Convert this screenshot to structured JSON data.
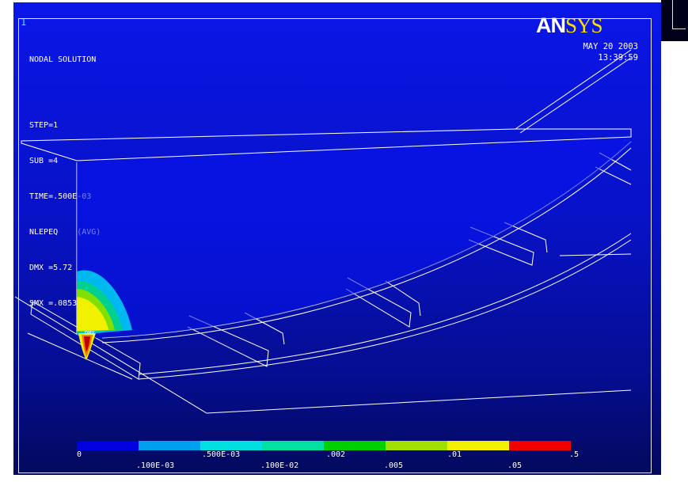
{
  "window": {
    "id": "1"
  },
  "brand": {
    "prefix": "AN",
    "suffix": "SYS"
  },
  "timestamp": {
    "date": "MAY 20 2003",
    "time": "13:39:59"
  },
  "info": {
    "title": "NODAL SOLUTION",
    "lines": [
      "STEP=1",
      "SUB =4",
      "TIME=.500E-03",
      "NLEPEQ    (AVG)",
      "DMX =5.72",
      "SMX =.085334"
    ]
  },
  "markers": {
    "dmx": "DMX"
  },
  "legend": {
    "colors": [
      "#0000e0",
      "#00a0f0",
      "#00e0e0",
      "#00e0a0",
      "#00d000",
      "#a0e000",
      "#f0f000",
      "#f00000"
    ],
    "upper_labels": [
      "0",
      ".500E-03",
      ".002",
      ".01",
      ".5"
    ],
    "lower_labels": [
      ".100E-03",
      ".100E-02",
      ".005",
      ".05"
    ]
  },
  "colors": {
    "background_top": "#0a16e8",
    "background_bottom": "#03095c",
    "model_outline": "#ffffff",
    "brand_accent": "#f7e000"
  }
}
